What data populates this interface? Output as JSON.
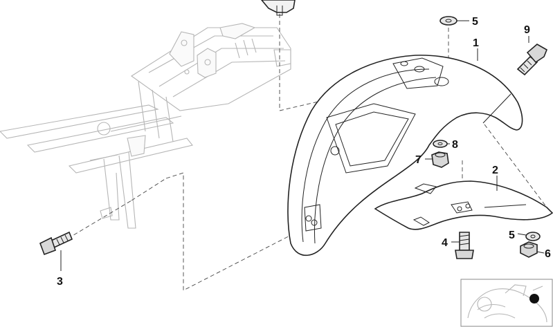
{
  "callouts": [
    {
      "id": "1",
      "text": "1"
    },
    {
      "id": "2",
      "text": "2"
    },
    {
      "id": "3",
      "text": "3"
    },
    {
      "id": "4",
      "text": "4"
    },
    {
      "id": "5a",
      "text": "5"
    },
    {
      "id": "5b",
      "text": "5"
    },
    {
      "id": "6",
      "text": "6"
    },
    {
      "id": "7",
      "text": "7"
    },
    {
      "id": "8",
      "text": "8"
    },
    {
      "id": "9",
      "text": "9"
    }
  ],
  "colors": {
    "line": "#222222",
    "ghost": "#b5b5b5",
    "locator_dot": "#111111"
  }
}
